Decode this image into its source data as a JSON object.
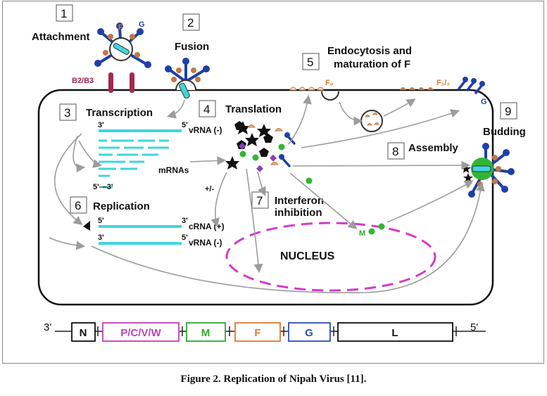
{
  "steps": [
    {
      "num": "1",
      "label": "Attachment"
    },
    {
      "num": "2",
      "label": "Fusion"
    },
    {
      "num": "3",
      "label": "Transcription"
    },
    {
      "num": "4",
      "label": "Translation"
    },
    {
      "num": "5",
      "label_line1": "Endocytosis and",
      "label_line2": "maturation of F"
    },
    {
      "num": "6",
      "label": "Replication"
    },
    {
      "num": "7",
      "label_line1": "Interferon",
      "label_line2": "inhibition"
    },
    {
      "num": "8",
      "label": "Assembly"
    },
    {
      "num": "9",
      "label": "Budding"
    }
  ],
  "labels": {
    "receptor": "B2/B3",
    "protein_f": "F",
    "protein_g": "G",
    "f0": "F₀",
    "f12": "F₁/₂",
    "g_right": "G",
    "vrna_top": "vRNA (-)",
    "mrnas": "mRNAs",
    "plusminus": "+/-",
    "crna": "cRNA (+)",
    "vrna_bottom": "vRNA (-)",
    "nucleus": "NUCLEUS",
    "m_protein": "M",
    "three_prime": "3'",
    "five_prime": "5'",
    "five_three": "5'—3'"
  },
  "genome": {
    "left_end": "3'",
    "right_end": "5'",
    "genes": [
      {
        "name": "N",
        "color": "#111111"
      },
      {
        "name": "P/C/V/W",
        "color": "#c040b8"
      },
      {
        "name": "M",
        "color": "#33a532"
      },
      {
        "name": "F",
        "color": "#e07a2e"
      },
      {
        "name": "G",
        "color": "#2e4fb0"
      },
      {
        "name": "L",
        "color": "#111111"
      }
    ]
  },
  "colors": {
    "rna": "#3fd6dc",
    "nucleus": "#d43bc9",
    "arrow": "#9c9c9c",
    "receptor": "#a3294d",
    "f_protein": "#c07845",
    "g_protein": "#1f3fa8",
    "m_protein": "#33b534"
  },
  "caption": "Figure 2. Replication of Nipah Virus [11]."
}
